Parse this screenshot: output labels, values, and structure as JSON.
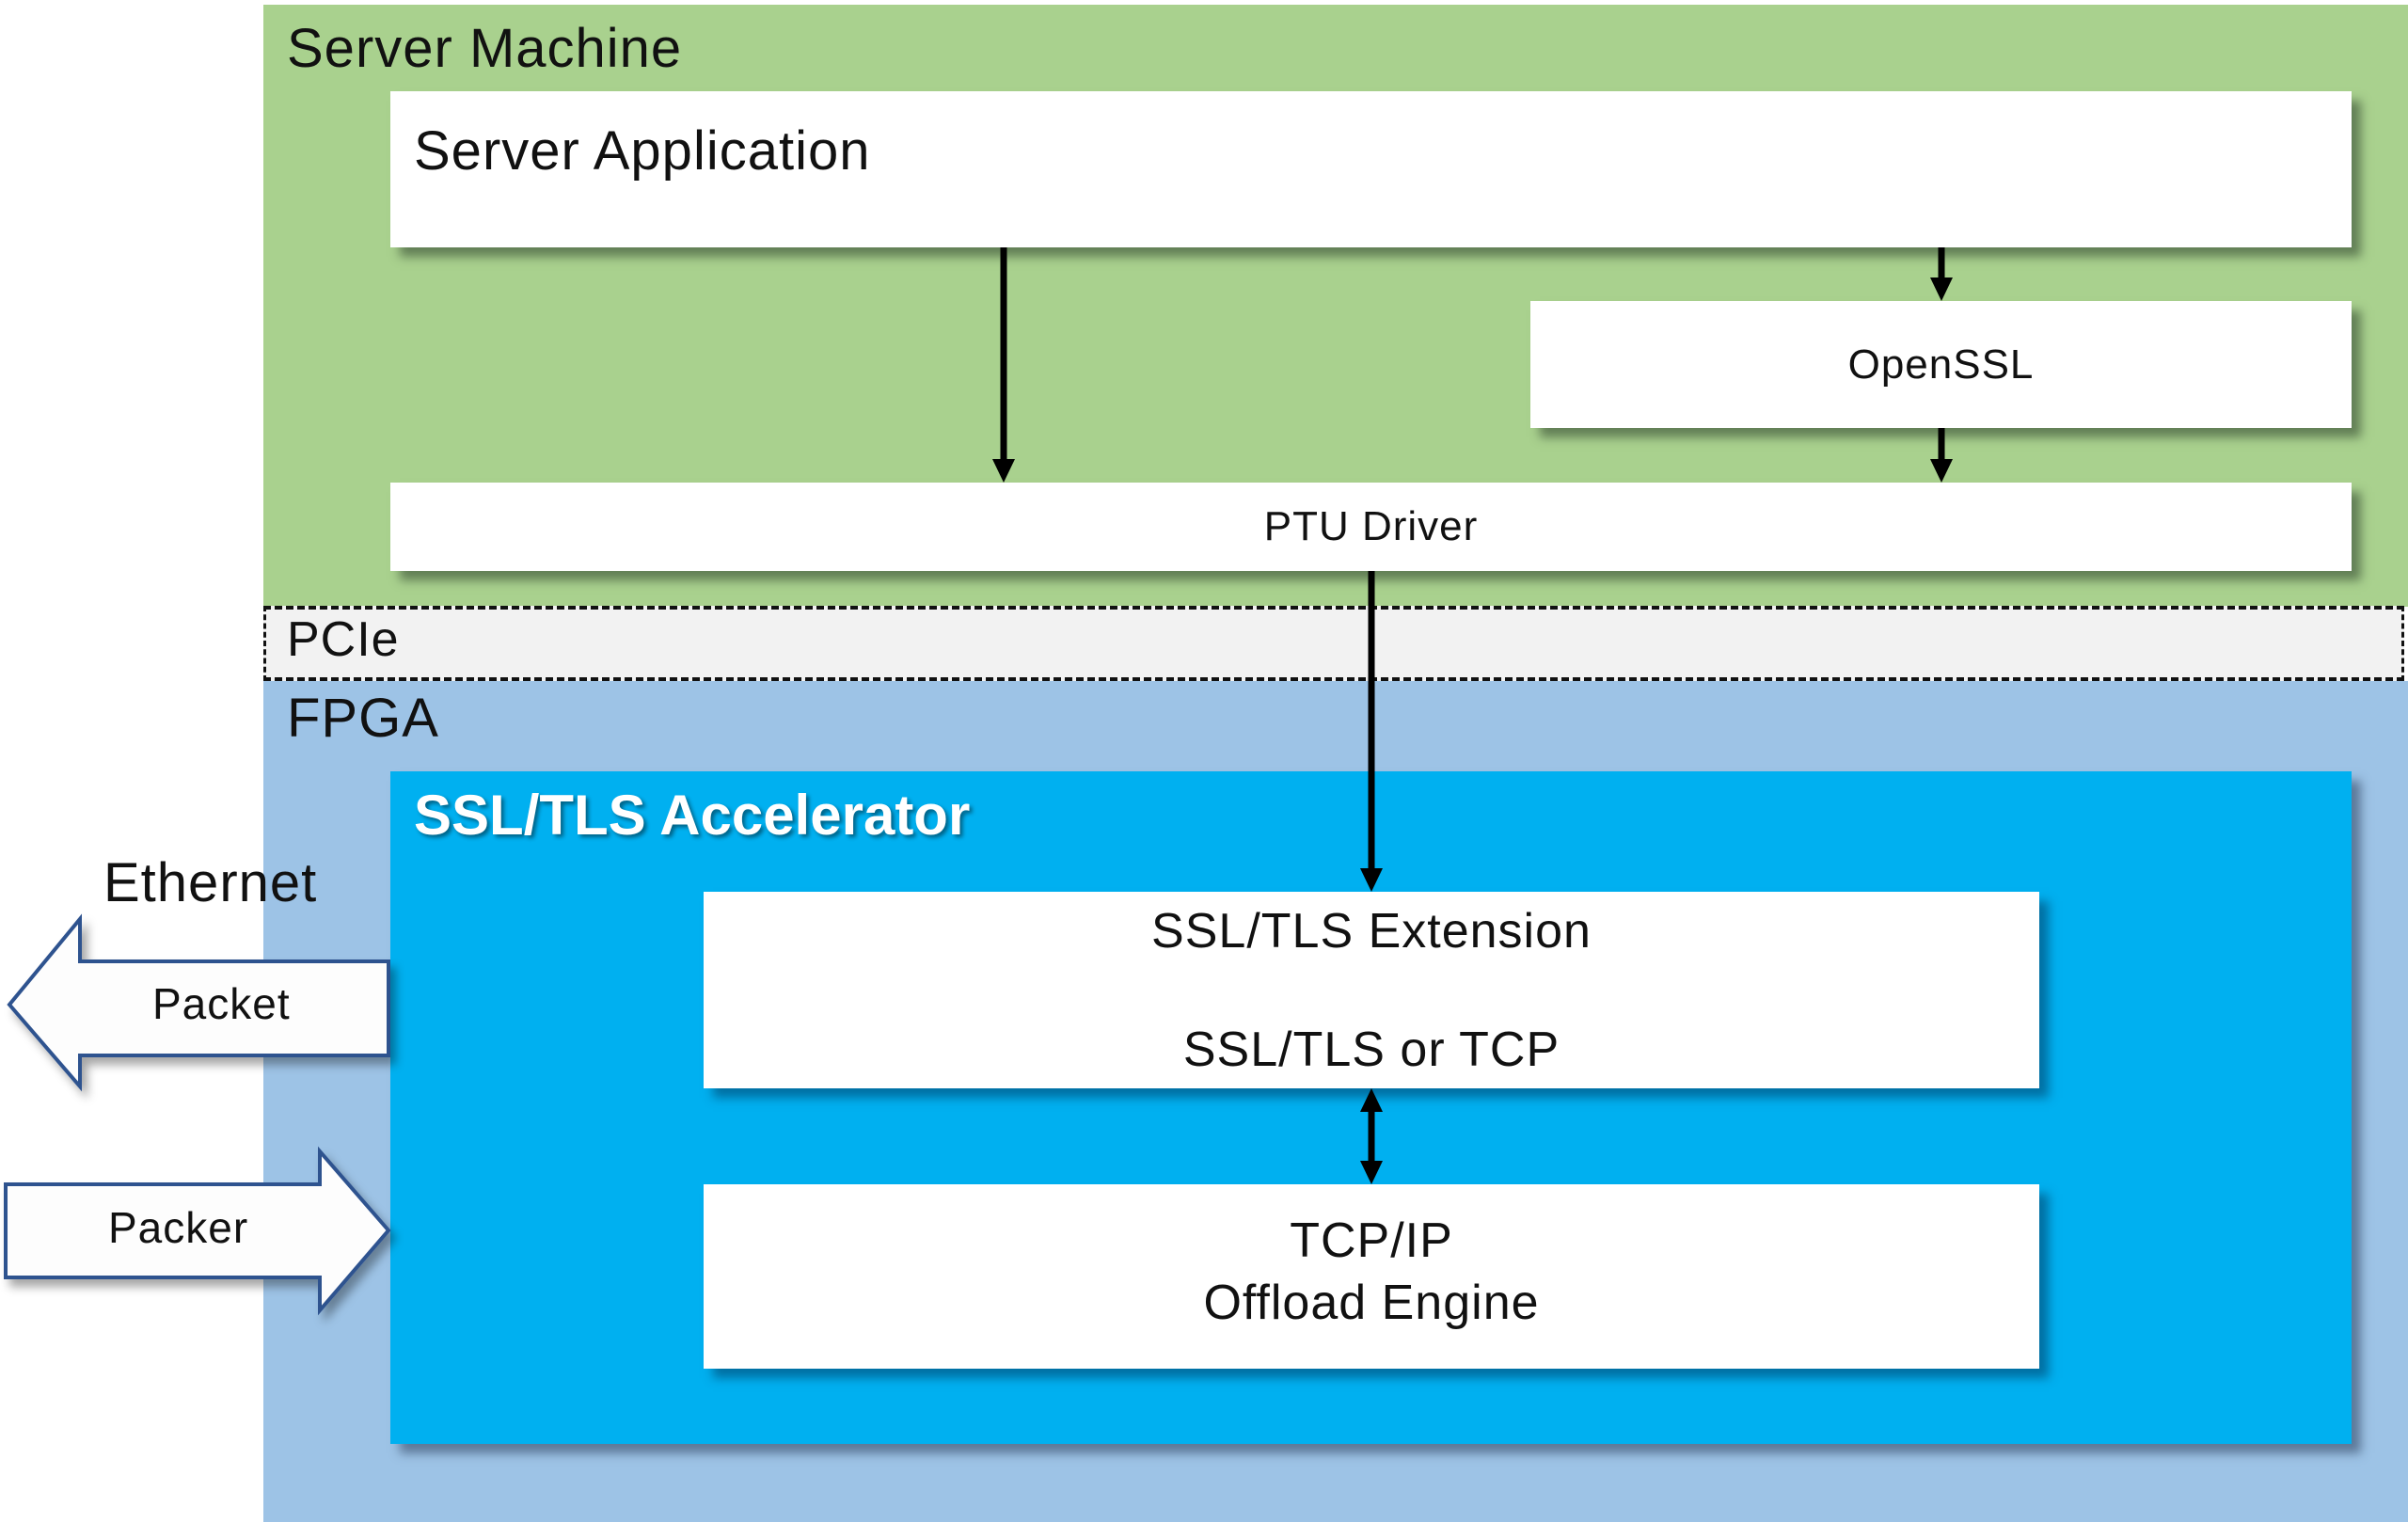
{
  "regions": {
    "server_machine": "Server Machine",
    "pcie": "PCIe",
    "fpga": "FPGA"
  },
  "server": {
    "application": "Server Application",
    "openssl": "OpenSSL",
    "ptu_driver": "PTU Driver"
  },
  "fpga": {
    "accelerator_title": "SSL/TLS Accelerator",
    "extension_line1": "SSL/TLS Extension",
    "extension_line2": "SSL/TLS or TCP",
    "toe_line1": "TCP/IP",
    "toe_line2": "Offload Engine"
  },
  "ethernet": {
    "label": "Ethernet",
    "outgoing": "Packet",
    "incoming": "Packer"
  },
  "colors": {
    "server_bg": "#a9d18e",
    "pcie_bg": "#f2f2f2",
    "fpga_bg": "#9dc3e6",
    "accelerator_bg": "#00b0f0",
    "arrow_outline": "#2f528f"
  }
}
